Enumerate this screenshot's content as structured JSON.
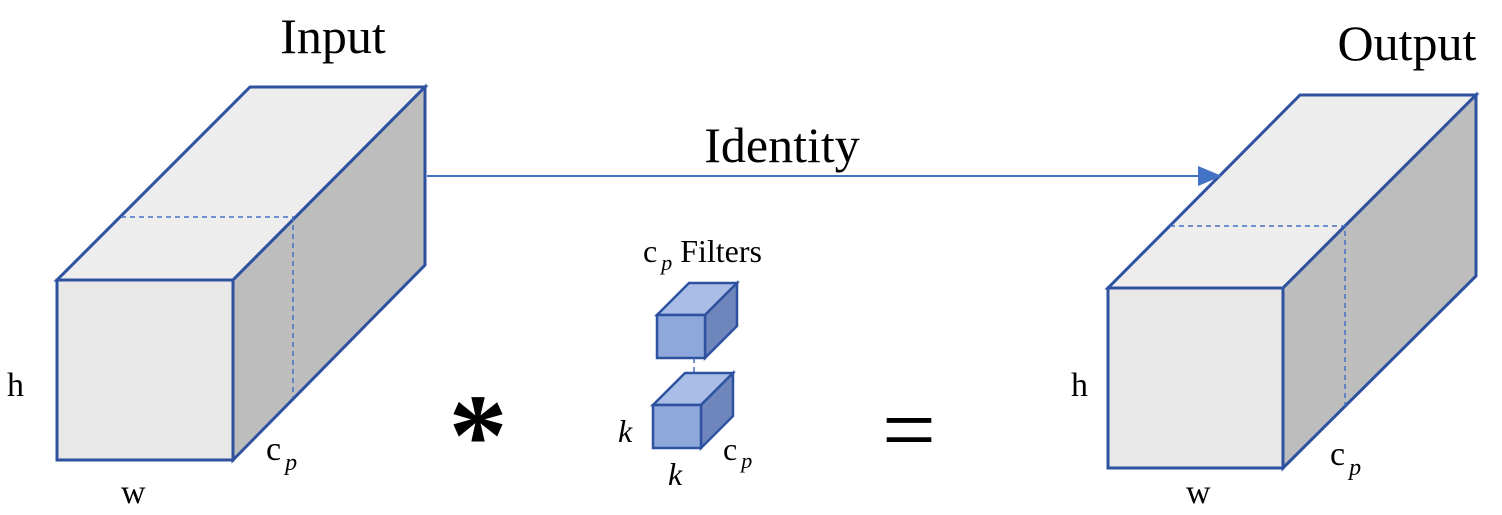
{
  "colors": {
    "edge": "#2F52A0",
    "box_front": "#E8E8E8",
    "box_top": "#EDEDED",
    "box_side": "#BDBDBD",
    "filter_front": "#8EA8DB",
    "filter_top": "#A9BDE6",
    "filter_side": "#6F86BC",
    "arrow": "#4472C4"
  },
  "input": {
    "title": "Input",
    "h_label": "h",
    "w_label": "w",
    "c_label": "c",
    "c_sub": "p"
  },
  "output": {
    "title": "Output",
    "h_label": "h",
    "w_label": "w",
    "c_label": "c",
    "c_sub": "p"
  },
  "identity": {
    "label": "Identity"
  },
  "operator": {
    "convolve": "*",
    "equals": "="
  },
  "filters": {
    "count_label": "c",
    "count_sub": "p",
    "suffix": "Filters",
    "k_left": "k",
    "k_bottom": "k",
    "c_label": "c",
    "c_sub": "p"
  }
}
